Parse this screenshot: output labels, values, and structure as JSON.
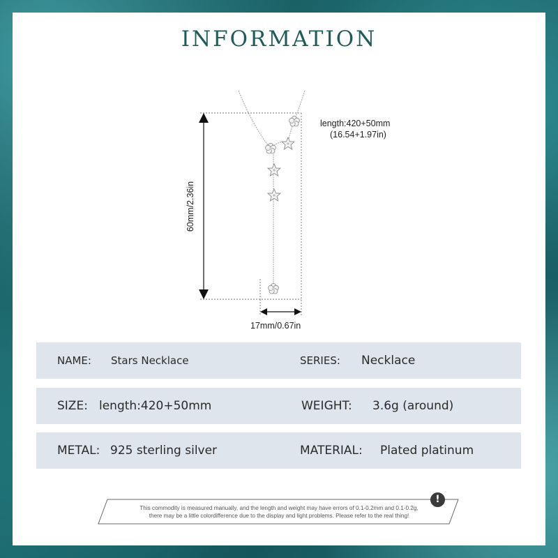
{
  "title": "INFORMATION",
  "dimensions": {
    "length_line1": "length:420+50mm",
    "length_line2": "(16.54+1.97in)",
    "height": "60mm/2.36in",
    "width": "17mm/0.67in"
  },
  "specs": [
    {
      "label1": "NAME:",
      "value1": "Stars Necklace",
      "label2": "SERIES:",
      "value2": "Necklace"
    },
    {
      "label1": "SIZE:",
      "value1": "length:420+50mm",
      "label2": "WEIGHT:",
      "value2": "3.6g (around)"
    },
    {
      "label1": "METAL:",
      "value1": "925 sterling silver",
      "label2": "MATERIAL:",
      "value2": "Plated platinum"
    }
  ],
  "notice": {
    "line1": "This commodity is measured manually, and the length and weight may have errors of 0.1-0.2mm and 0.1-0.2g,",
    "line2": "there may be a little colordifference due to the display and light problems. Please refer to the real thing!",
    "icon": "exclamation-icon"
  },
  "colors": {
    "title": "#1f5b58",
    "row_background": "#dfe5ec",
    "frame": "#1c6468"
  }
}
